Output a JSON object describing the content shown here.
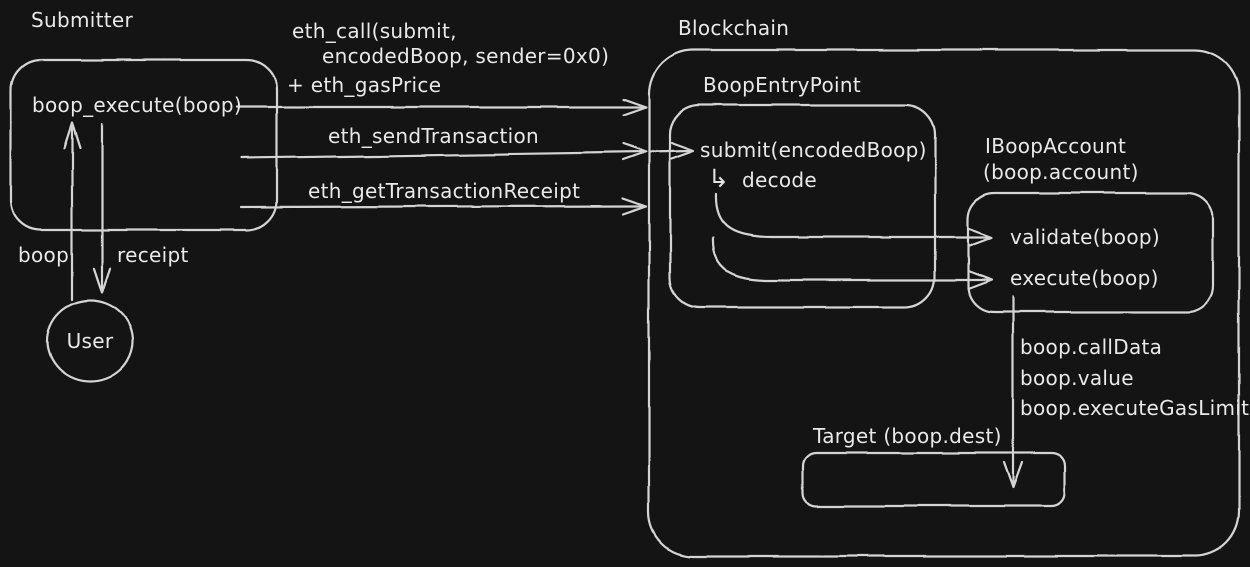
{
  "colors": {
    "background": "#141414",
    "stroke": "#d4d4d4",
    "text": "#e9e9e9"
  },
  "submitter": {
    "title": "Submitter",
    "function": "boop_execute(boop)",
    "arrow_up_label": "boop",
    "arrow_down_label": "receipt",
    "user": "User"
  },
  "rpc_calls": {
    "eth_call_line1": "eth_call(submit,",
    "eth_call_line2": "encodedBoop, sender=0x0)",
    "eth_call_line3": "+ eth_gasPrice",
    "eth_send": "eth_sendTransaction",
    "eth_get_receipt": "eth_getTransactionReceipt"
  },
  "blockchain": {
    "title": "Blockchain",
    "entry_point": {
      "title": "BoopEntryPoint",
      "submit": "submit(encodedBoop)",
      "decode_arrow": "↳",
      "decode": "decode"
    },
    "account": {
      "title_line1": "IBoopAccount",
      "title_line2": "(boop.account)",
      "validate": "validate(boop)",
      "execute": "execute(boop)"
    },
    "call_params": [
      "boop.callData",
      "boop.value",
      "boop.executeGasLimit"
    ],
    "target": {
      "title": "Target (boop.dest)"
    }
  }
}
